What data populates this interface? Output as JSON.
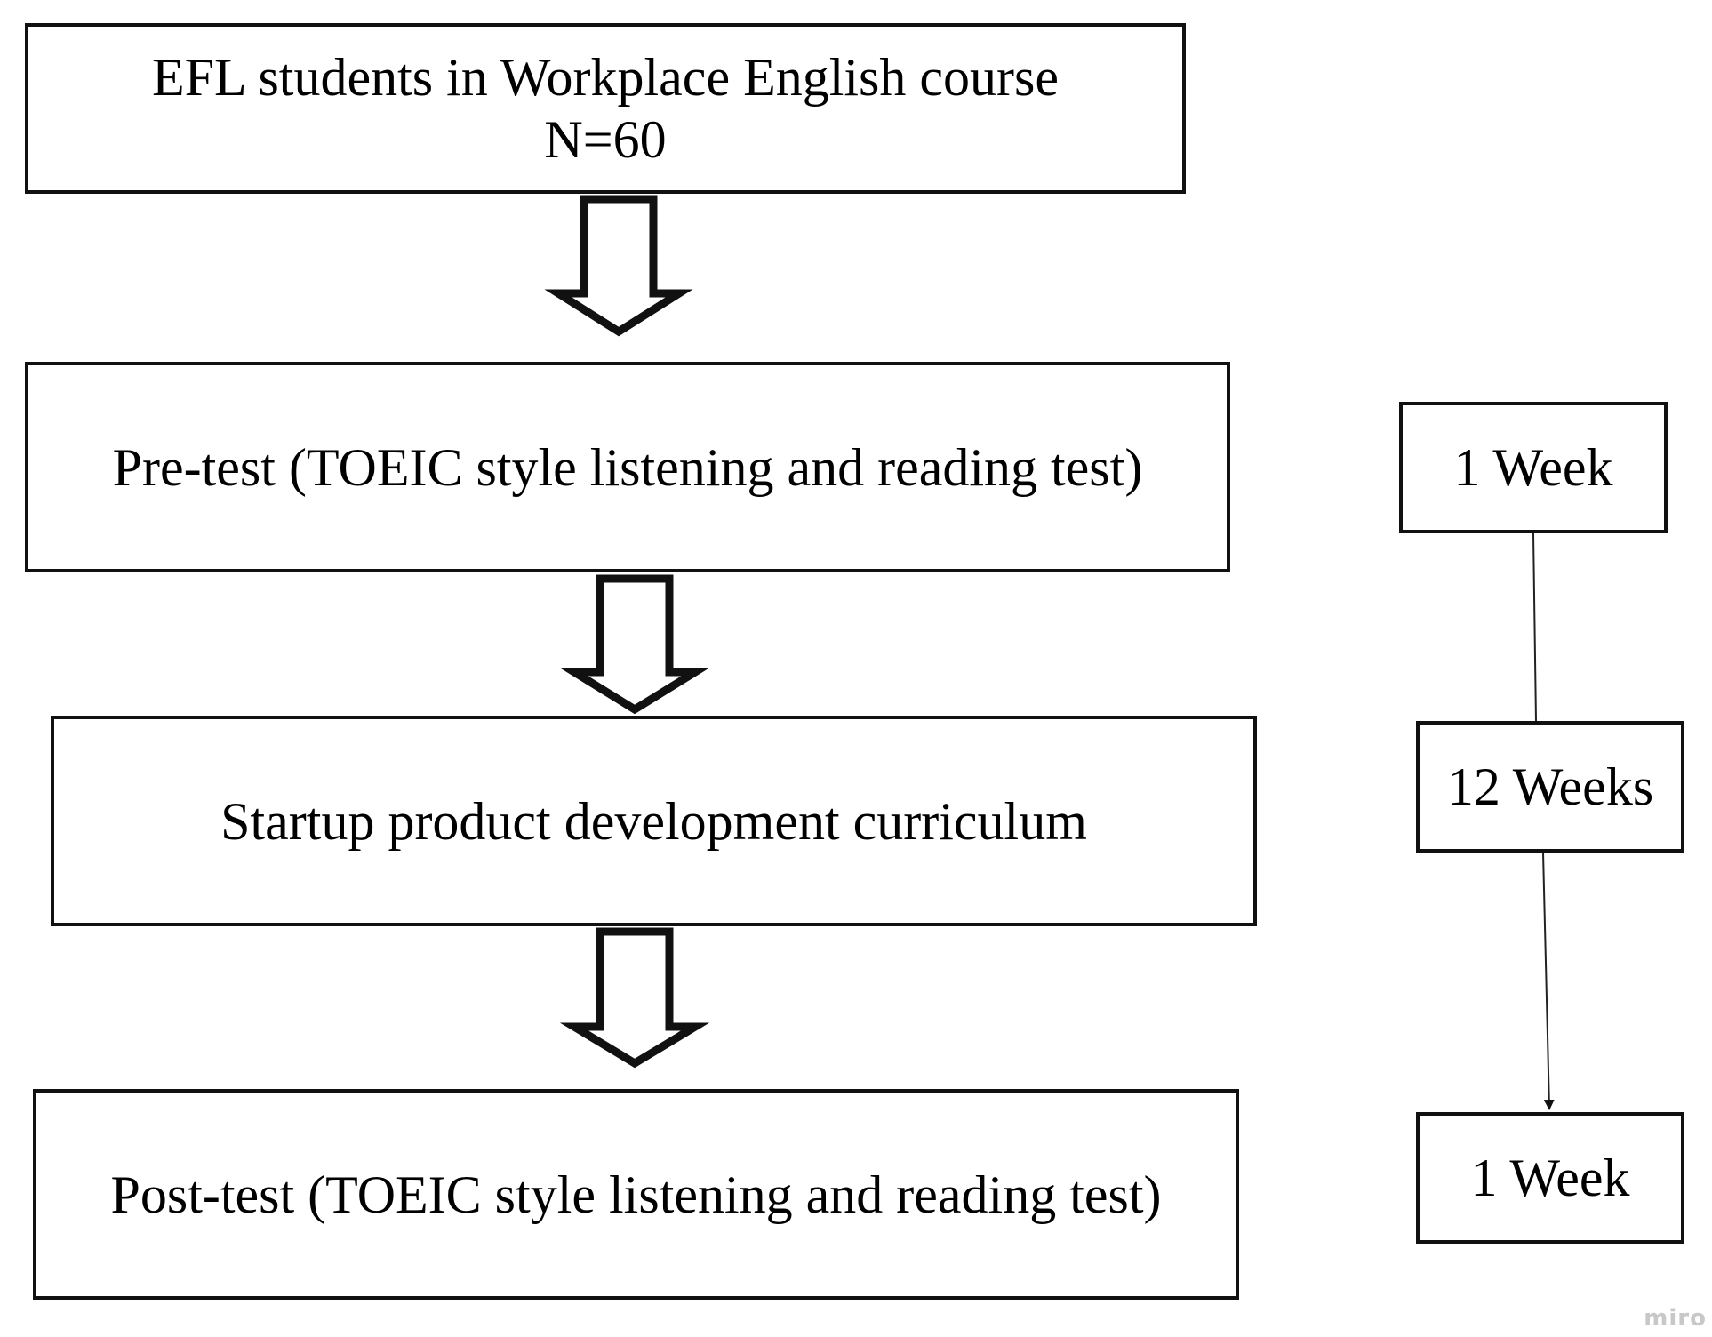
{
  "diagram": {
    "steps": [
      {
        "line1": "EFL students in Workplace English course",
        "line2": "N=60"
      },
      {
        "text": "Pre-test (TOEIC style listening and reading test)"
      },
      {
        "text": "Startup product development curriculum"
      },
      {
        "text": "Post-test (TOEIC style listening and reading test)"
      }
    ],
    "durations": [
      {
        "text": "1 Week"
      },
      {
        "text": "12 Weeks"
      },
      {
        "text": "1 Week"
      }
    ]
  },
  "watermark": "miro"
}
